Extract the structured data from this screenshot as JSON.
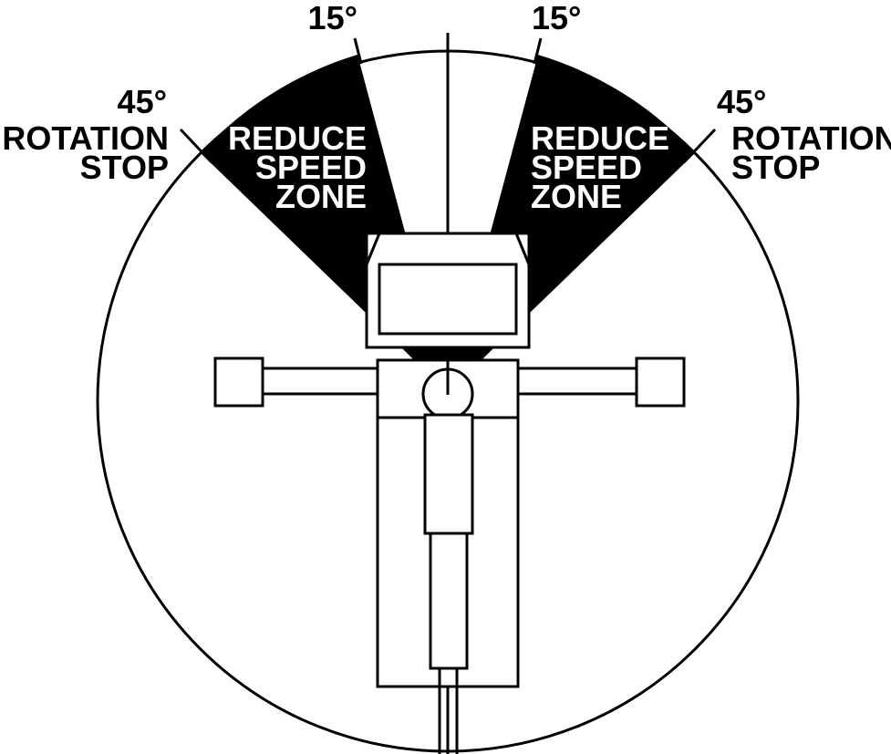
{
  "labels": {
    "left_angle": "45°",
    "left_rotation": "ROTATION",
    "left_stop": "STOP",
    "right_angle": "45°",
    "right_rotation": "ROTATION",
    "right_stop": "STOP",
    "left_top_angle": "15°",
    "right_top_angle": "15°",
    "left_zone_line1": "REDUCE",
    "left_zone_line2": "SPEED",
    "left_zone_line3": "ZONE",
    "right_zone_line1": "REDUCE",
    "right_zone_line2": "SPEED",
    "right_zone_line3": "ZONE"
  },
  "colors": {
    "zone_fill": "#000000",
    "line": "#000000",
    "background": "#ffffff"
  }
}
